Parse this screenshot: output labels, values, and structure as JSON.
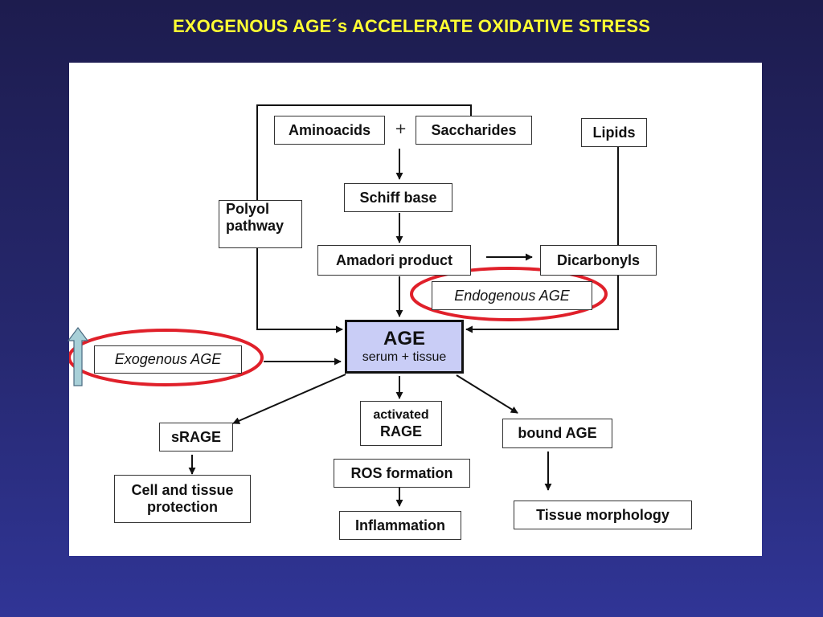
{
  "slide": {
    "title": "EXOGENOUS AGE´s ACCELERATE OXIDATIVE STRESS"
  },
  "diagram": {
    "nodes": {
      "aminoacids": "Aminoacids",
      "plus": "+",
      "saccharides": "Saccharides",
      "lipids": "Lipids",
      "schiff_base": "Schiff base",
      "polyol_line1": "Polyol",
      "polyol_line2": "pathway",
      "amadori": "Amadori product",
      "dicarbonyls": "Dicarbonyls",
      "endogenous_age": "Endogenous AGE",
      "exogenous_age": "Exogenous AGE",
      "age_title": "AGE",
      "age_sub": "serum + tissue",
      "activated_line1": "activated",
      "activated_line2": "RAGE",
      "srage": "sRAGE",
      "bound_age": "bound AGE",
      "cell_line1": "Cell and tissue",
      "cell_line2": "protection",
      "ros": "ROS formation",
      "inflammation": "Inflammation",
      "tissue_morph": "Tissue morphology"
    },
    "colors": {
      "highlight_ring": "#e0202a",
      "age_fill": "#c9cdf6",
      "up_arrow_fill": "#a8d0d8",
      "title_color": "#ffff33"
    },
    "icons": {
      "increase": "up-arrow-icon"
    }
  }
}
